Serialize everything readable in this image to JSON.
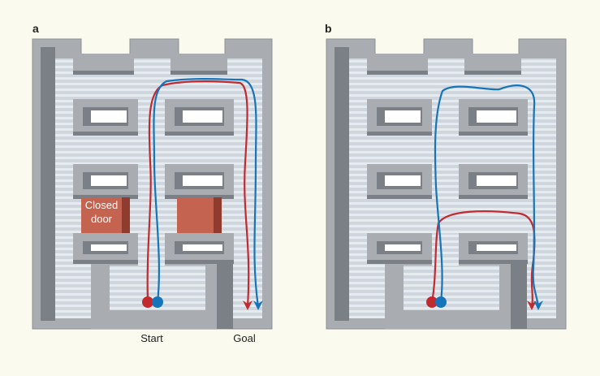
{
  "panels": [
    {
      "label": "a",
      "doors": true
    },
    {
      "label": "b",
      "doors": false
    }
  ],
  "annotations": {
    "closed_door_line1": "Closed",
    "closed_door_line2": "door",
    "start": "Start",
    "goal": "Goal"
  },
  "colors": {
    "background": "#fbfaee",
    "wall": "#a9adb2",
    "wall_dark": "#7b8086",
    "floor": "#cfd6de",
    "stripe": "#e6ebf0",
    "door": "#c4634f",
    "door_side": "#8f3b2d",
    "red_path": "#c22a30",
    "blue_path": "#1674ba"
  }
}
